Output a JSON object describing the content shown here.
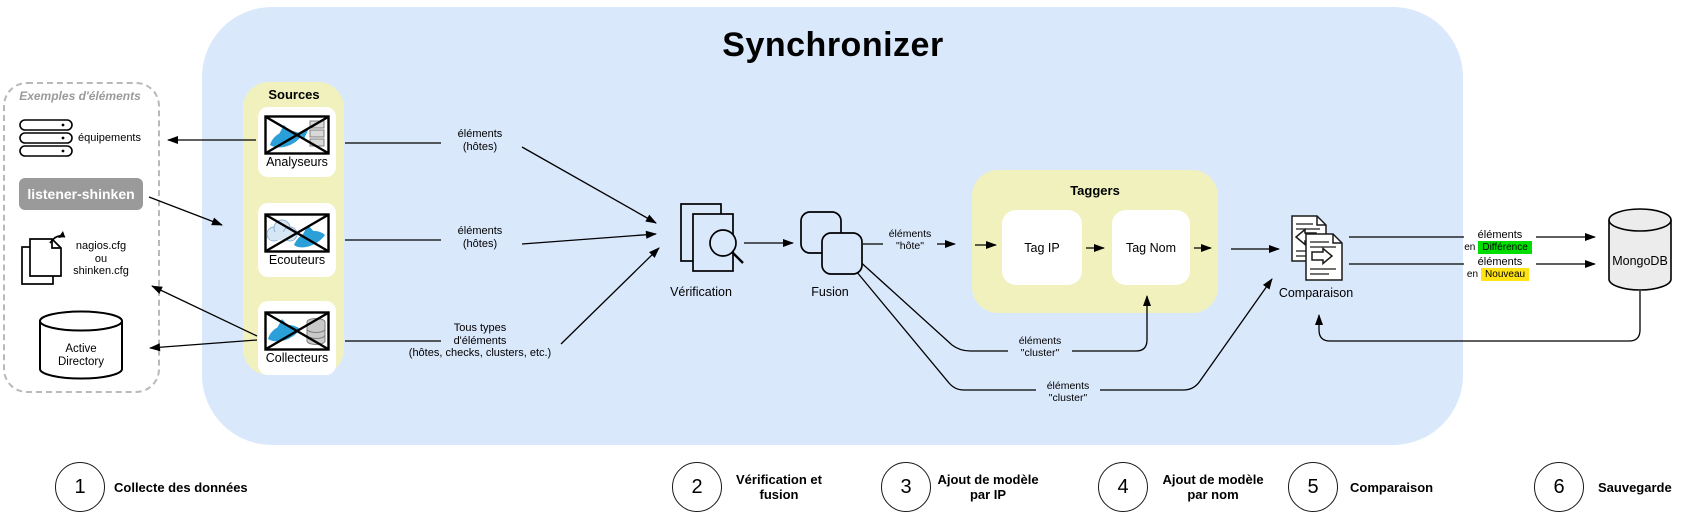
{
  "title": "Synchronizer",
  "colors": {
    "container_blue": "#dae8fc",
    "group_yellow": "#f1f1be",
    "listener_badge_gray": "#9a9a9a",
    "difference_green": "#00dd00",
    "nouveau_yellow": "#ffe312",
    "mongodb_gray": "#ececec"
  },
  "examples_panel": {
    "title": "Exemples d'éléments",
    "equipements_label": "équipements",
    "listener_badge": "listener-shinken",
    "config_files_label": "nagios.cfg\nou\nshinken.cfg",
    "active_directory_label": "Active\nDirectory"
  },
  "sources": {
    "title": "Sources",
    "items": [
      {
        "label": "Analyseurs",
        "icon": "broken-image-analyseurs"
      },
      {
        "label": "Ecouteurs",
        "icon": "broken-image-ecouteurs"
      },
      {
        "label": "Collecteurs",
        "icon": "broken-image-collecteurs"
      }
    ]
  },
  "pipeline": {
    "verification_label": "Vérification",
    "fusion_label": "Fusion",
    "comparison_label": "Comparaison"
  },
  "taggers": {
    "title": "Taggers",
    "tag_ip_label": "Tag IP",
    "tag_nom_label": "Tag Nom"
  },
  "database": {
    "label": "MongoDB"
  },
  "edge_labels": {
    "analyseurs_out": "éléments\n(hôtes)",
    "ecouteurs_out": "éléments\n(hôtes)",
    "collecteurs_out": "Tous types\nd'éléments\n(hôtes, checks, clusters, etc.)",
    "fusion_to_taggers": "éléments\n\"hôte\"",
    "fusion_cluster_to_tagnom": "éléments\n\"cluster\"",
    "fusion_cluster_to_comparison": "éléments\n\"cluster\"",
    "difference_prefix": "éléments",
    "difference_en": "en",
    "difference_badge": "Différence",
    "nouveau_prefix": "éléments",
    "nouveau_en": "en",
    "nouveau_badge": "Nouveau"
  },
  "steps": [
    {
      "number": "1",
      "label": "Collecte des données"
    },
    {
      "number": "2",
      "label": "Vérification et\nfusion"
    },
    {
      "number": "3",
      "label": "Ajout de modèle\npar IP"
    },
    {
      "number": "4",
      "label": "Ajout de modèle\npar nom"
    },
    {
      "number": "5",
      "label": "Comparaison"
    },
    {
      "number": "6",
      "label": "Sauvegarde"
    }
  ]
}
